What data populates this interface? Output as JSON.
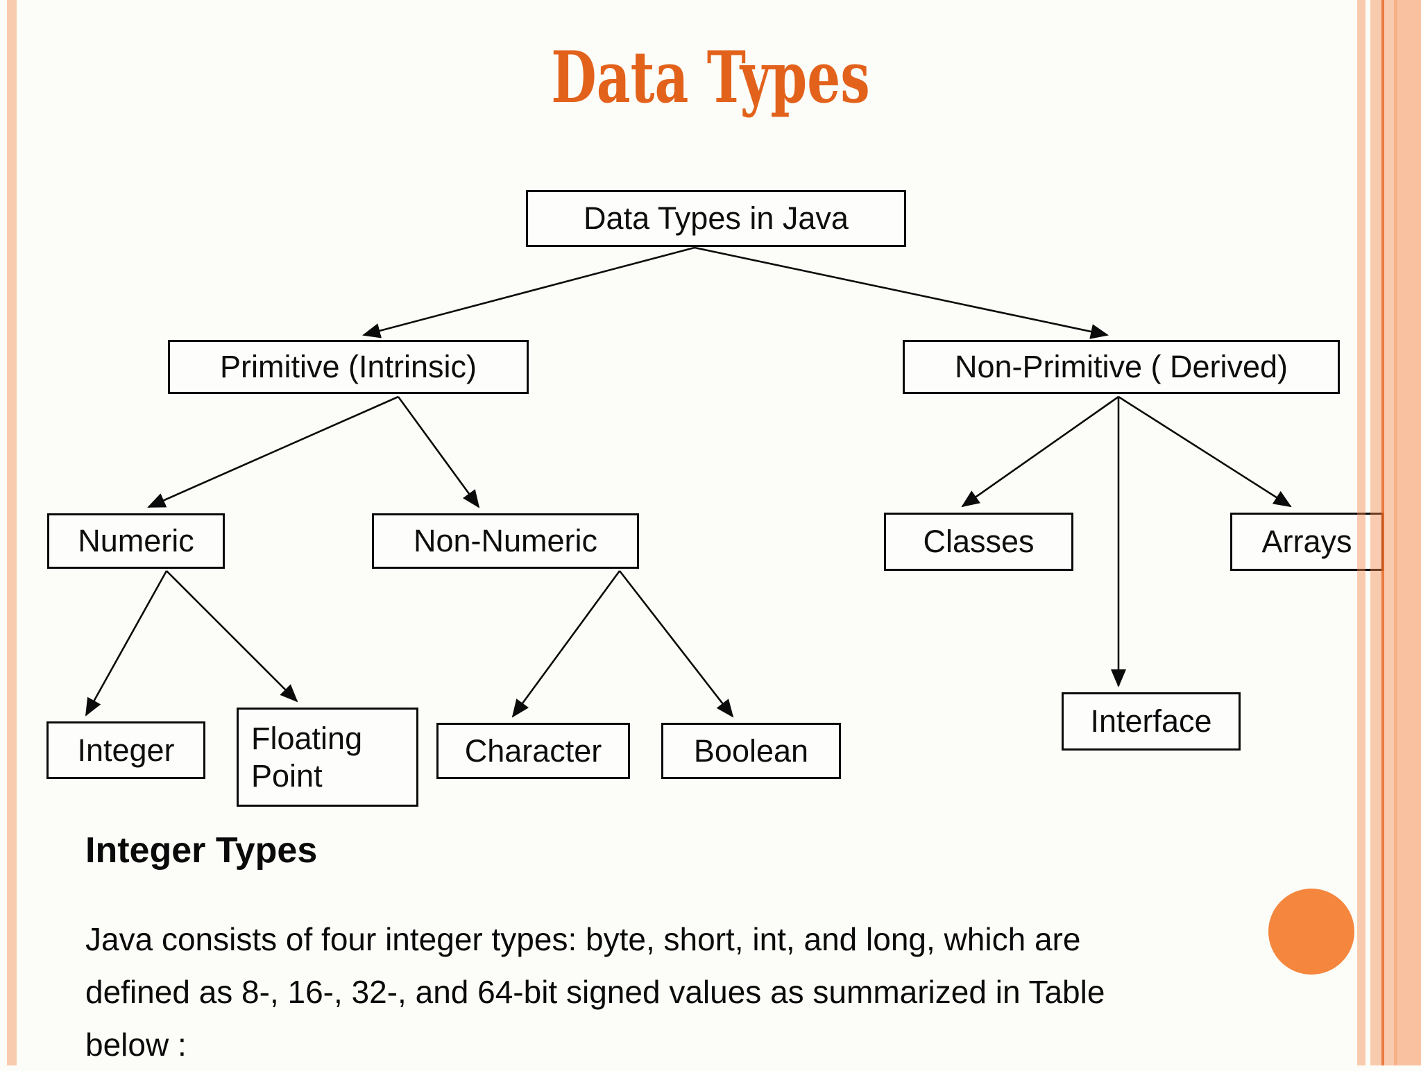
{
  "title": {
    "text": "Data Types"
  },
  "diagram": {
    "nodes": {
      "root": {
        "label": "Data Types in Java"
      },
      "primitive": {
        "label": "Primitive (Intrinsic)"
      },
      "non_primitive": {
        "label": "Non-Primitive ( Derived)"
      },
      "numeric": {
        "label": "Numeric"
      },
      "non_numeric": {
        "label": "Non-Numeric"
      },
      "classes": {
        "label": "Classes"
      },
      "arrays": {
        "label": "Arrays"
      },
      "integer": {
        "label": "Integer"
      },
      "floating_point": {
        "label": "Floating Point"
      },
      "character": {
        "label": "Character"
      },
      "boolean": {
        "label": "Boolean"
      },
      "interface": {
        "label": "Interface"
      }
    },
    "edges": [
      {
        "from": "Data Types in Java",
        "to": "Primitive (Intrinsic)"
      },
      {
        "from": "Data Types in Java",
        "to": "Non-Primitive ( Derived)"
      },
      {
        "from": "Primitive (Intrinsic)",
        "to": "Numeric"
      },
      {
        "from": "Primitive (Intrinsic)",
        "to": "Non-Numeric"
      },
      {
        "from": "Numeric",
        "to": "Integer"
      },
      {
        "from": "Numeric",
        "to": "Floating Point"
      },
      {
        "from": "Non-Numeric",
        "to": "Character"
      },
      {
        "from": "Non-Numeric",
        "to": "Boolean"
      },
      {
        "from": "Non-Primitive ( Derived)",
        "to": "Classes"
      },
      {
        "from": "Non-Primitive ( Derived)",
        "to": "Interface"
      },
      {
        "from": "Non-Primitive ( Derived)",
        "to": "Arrays"
      }
    ]
  },
  "content": {
    "heading": "Integer Types",
    "paragraph_lines": [
      "Java consists of four integer types: byte, short, int, and long, which are",
      "defined as 8-, 16-, 32-, and 64-bit signed values as summarized in Table",
      "below :"
    ]
  },
  "decor": {
    "title_color": "#E2621C",
    "accent_circle_color": "#F5863E",
    "border_stripe_color": "#FBC7AB",
    "node_border_color": "#0B0B0B",
    "background_color": "#FCFDF8"
  }
}
